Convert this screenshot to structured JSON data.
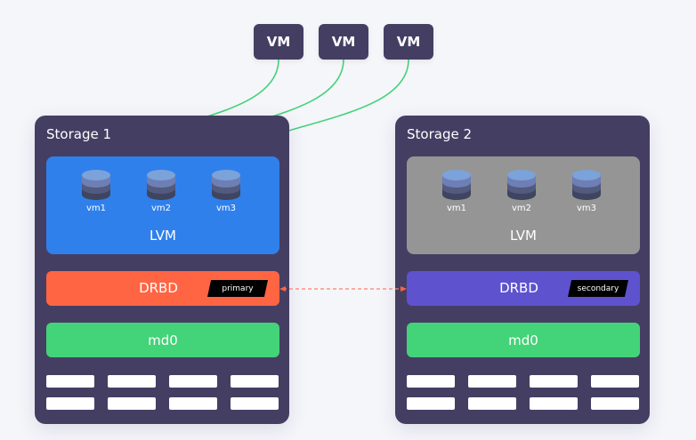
{
  "colors": {
    "background": "#f5f6fa",
    "node_dark": "#453e63",
    "lvm_active": "#3080ec",
    "lvm_inactive": "#959595",
    "drbd_primary": "#ff6542",
    "drbd_secondary": "#5e52cf",
    "md0": "#43d378",
    "link_green": "#43d378",
    "replication_arrow": "#ff6542"
  },
  "vms": [
    {
      "label": "VM",
      "connects_to": "vm1"
    },
    {
      "label": "VM",
      "connects_to": "vm2"
    },
    {
      "label": "VM",
      "connects_to": "vm3"
    }
  ],
  "storages": [
    {
      "title": "Storage 1",
      "lvm": {
        "label": "LVM",
        "state": "active",
        "volumes": [
          "vm1",
          "vm2",
          "vm3"
        ]
      },
      "drbd": {
        "label": "DRBD",
        "role": "primary"
      },
      "raid": {
        "label": "md0"
      },
      "drive_count": 8
    },
    {
      "title": "Storage 2",
      "lvm": {
        "label": "LVM",
        "state": "inactive",
        "volumes": [
          "vm1",
          "vm2",
          "vm3"
        ]
      },
      "drbd": {
        "label": "DRBD",
        "role": "secondary"
      },
      "raid": {
        "label": "md0"
      },
      "drive_count": 8
    }
  ],
  "replication": {
    "from": "Storage 1 DRBD",
    "to": "Storage 2 DRBD",
    "style": "dashed-bidirectional"
  }
}
